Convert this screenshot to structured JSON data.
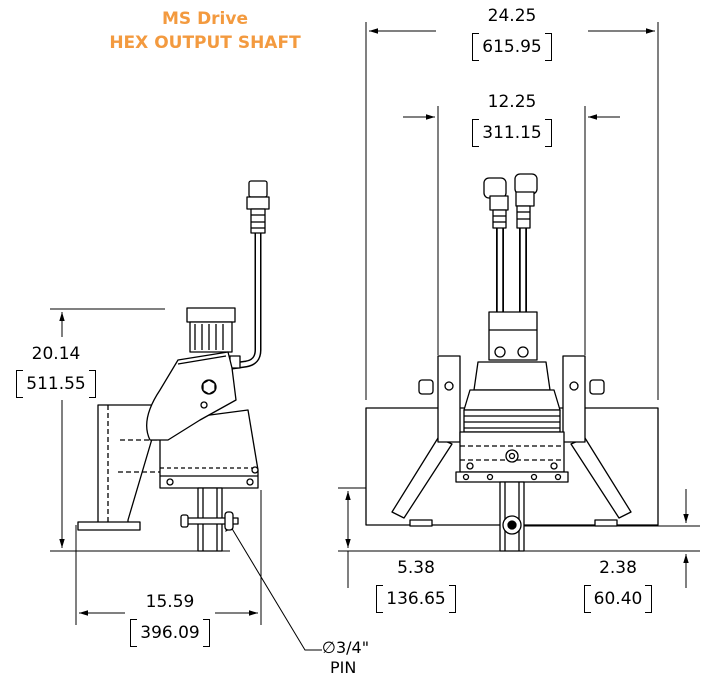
{
  "title": {
    "line1": "MS Drive",
    "line2": "HEX OUTPUT SHAFT",
    "color": "#f39a3f"
  },
  "dimensions": {
    "overall_width": {
      "inch": "24.25",
      "mm": "615.95"
    },
    "frame_width": {
      "inch": "12.25",
      "mm": "311.15"
    },
    "height": {
      "inch": "20.14",
      "mm": "511.55"
    },
    "depth": {
      "inch": "15.59",
      "mm": "396.09"
    },
    "shaft_length": {
      "inch": "5.38",
      "mm": "136.65"
    },
    "offset": {
      "inch": "2.38",
      "mm": "60.40"
    }
  },
  "pin": {
    "diameter": "∅3/4\"",
    "label": "PIN"
  },
  "colors": {
    "line": "#000000",
    "accent": "#f39a3f"
  }
}
